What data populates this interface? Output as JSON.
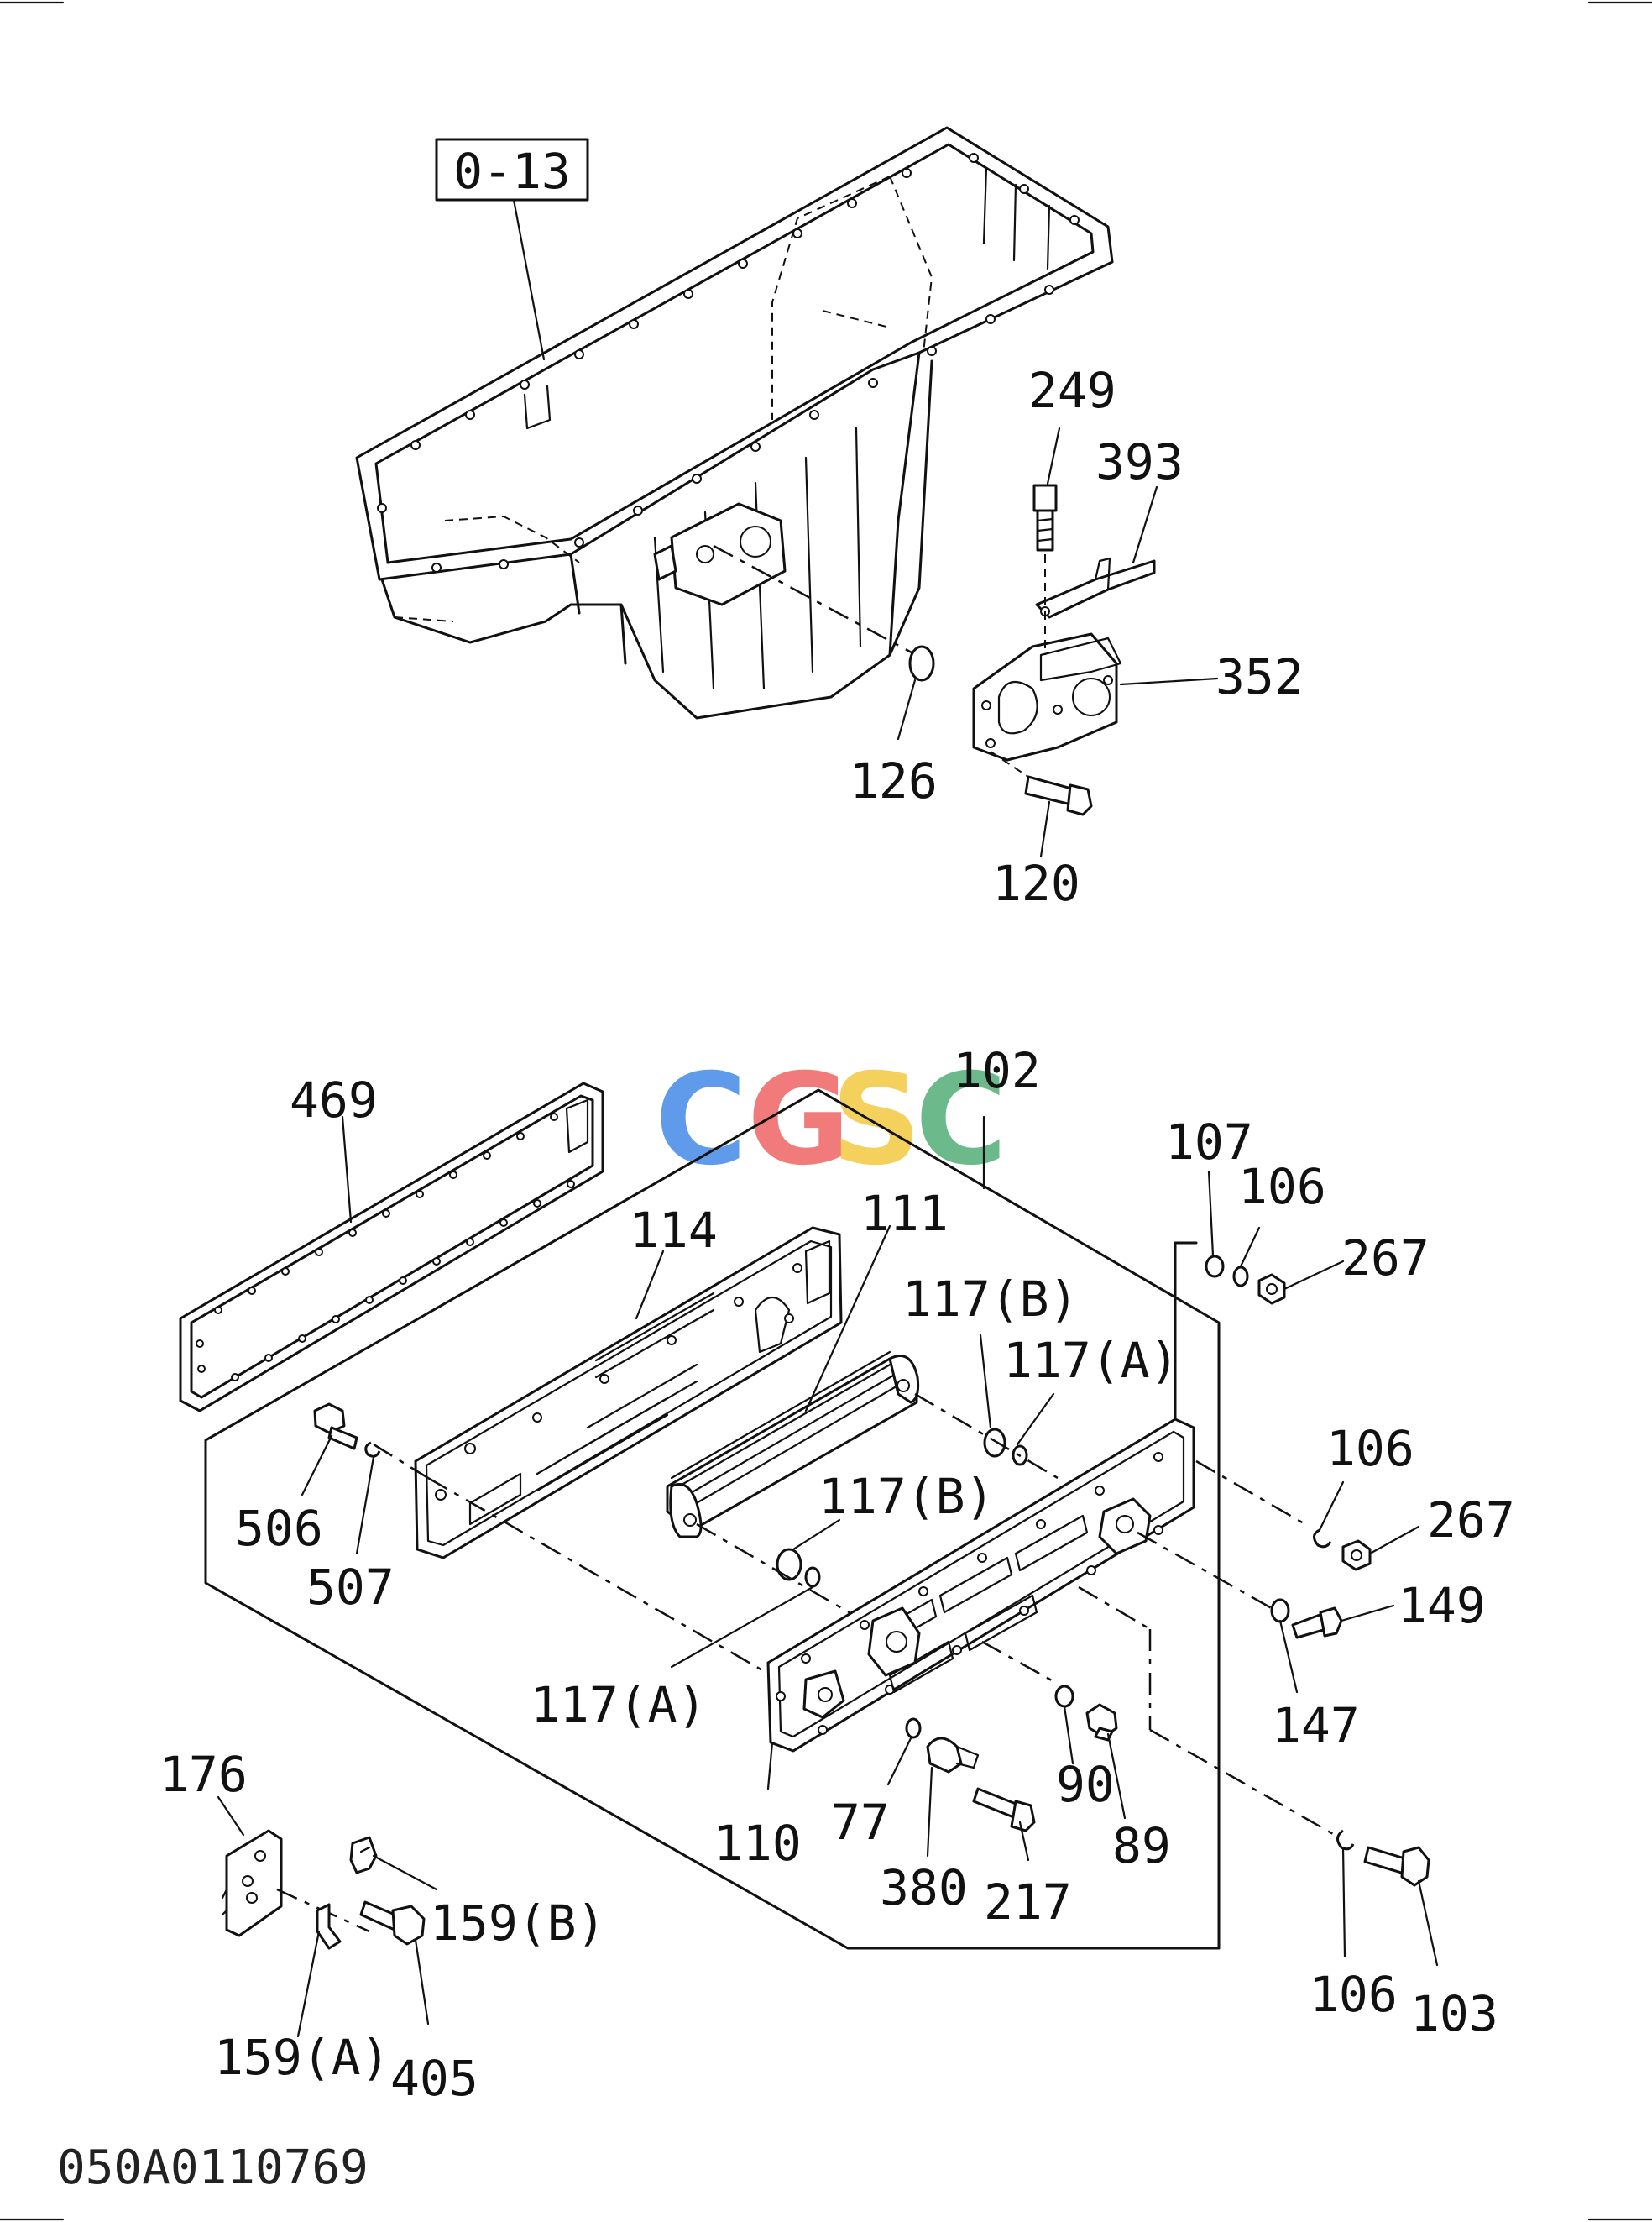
{
  "diagram": {
    "reference_box": "0-13",
    "watermark": {
      "letters": [
        "C",
        "G",
        "S",
        "C"
      ],
      "colors": [
        "#4f8fe8",
        "#ef6b6b",
        "#f2cc4a",
        "#5cb37f"
      ]
    },
    "labels": {
      "p249": "249",
      "p393": "393",
      "p352": "352",
      "p126": "126",
      "p120": "120",
      "p469": "469",
      "p102": "102",
      "p114": "114",
      "p111": "111",
      "p117b_top": "117(B)",
      "p117a_top": "117(A)",
      "p117b_mid": "117(B)",
      "p117a_mid": "117(A)",
      "p107": "107",
      "p106_top": "106",
      "p267_top": "267",
      "p106_mid": "106",
      "p267_mid": "267",
      "p149": "149",
      "p147": "147",
      "p506": "506",
      "p507": "507",
      "p110": "110",
      "p77": "77",
      "p380": "380",
      "p217": "217",
      "p90": "90",
      "p89": "89",
      "p106_bot": "106",
      "p103": "103",
      "p176": "176",
      "p159b": "159(B)",
      "p159a": "159(A)",
      "p405": "405"
    },
    "drawing_code": "050A0110769"
  }
}
